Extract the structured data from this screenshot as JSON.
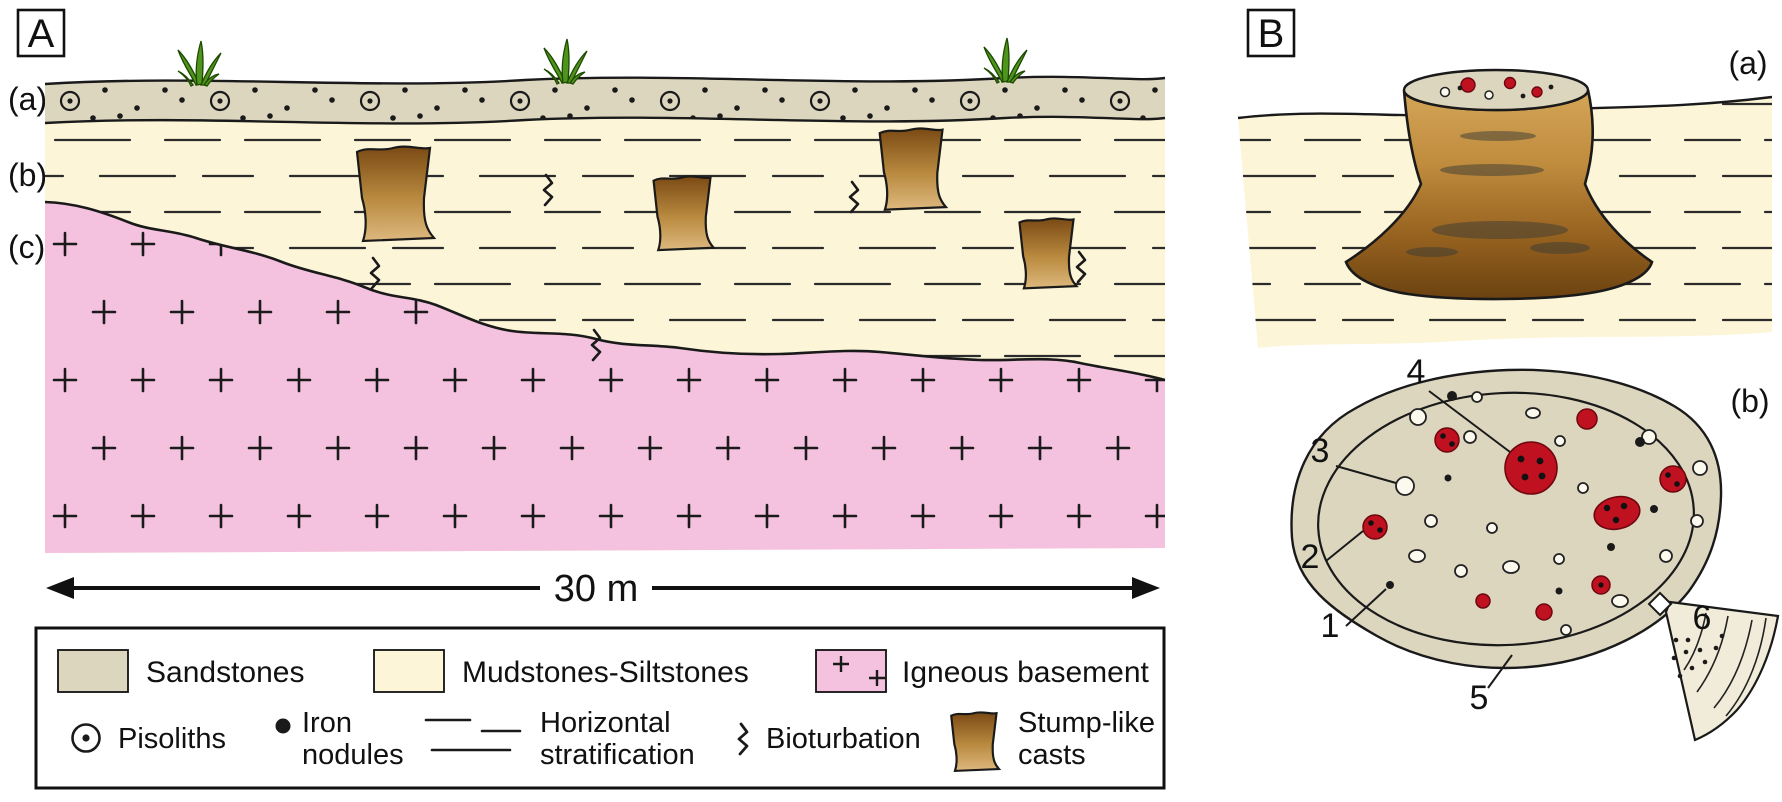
{
  "panelA": {
    "label": "A",
    "layer_a": "(a)",
    "layer_b": "(b)",
    "layer_c": "(c)",
    "scale": "30 m"
  },
  "panelB": {
    "label": "B",
    "sub_a": "(a)",
    "sub_b": "(b)",
    "n1": "1",
    "n2": "2",
    "n3": "3",
    "n4": "4",
    "n5": "5",
    "n6": "6"
  },
  "legend": {
    "sandstones": "Sandstones",
    "mudstones_siltstones": "Mudstones-Siltstones",
    "igneous_basement": "Igneous basement",
    "pisoliths": "Pisoliths",
    "iron_line1": "Iron",
    "iron_line2": "nodules",
    "strat_line1": "Horizontal",
    "strat_line2": "stratification",
    "bioturbation": "Bioturbation",
    "stump_line1": "Stump-like",
    "stump_line2": "casts"
  },
  "colors": {
    "sandstone": "#ddd6bf",
    "mudstone_siltstone": "#fdf5d7",
    "igneous_basement": "#f4c2de",
    "stump_cast_dark": "#7a4a14",
    "stump_cast_light": "#ddb87e",
    "iron_nodule_red": "#bf1120",
    "grass_green": "#4f941c",
    "outline": "#1a1a1a"
  }
}
